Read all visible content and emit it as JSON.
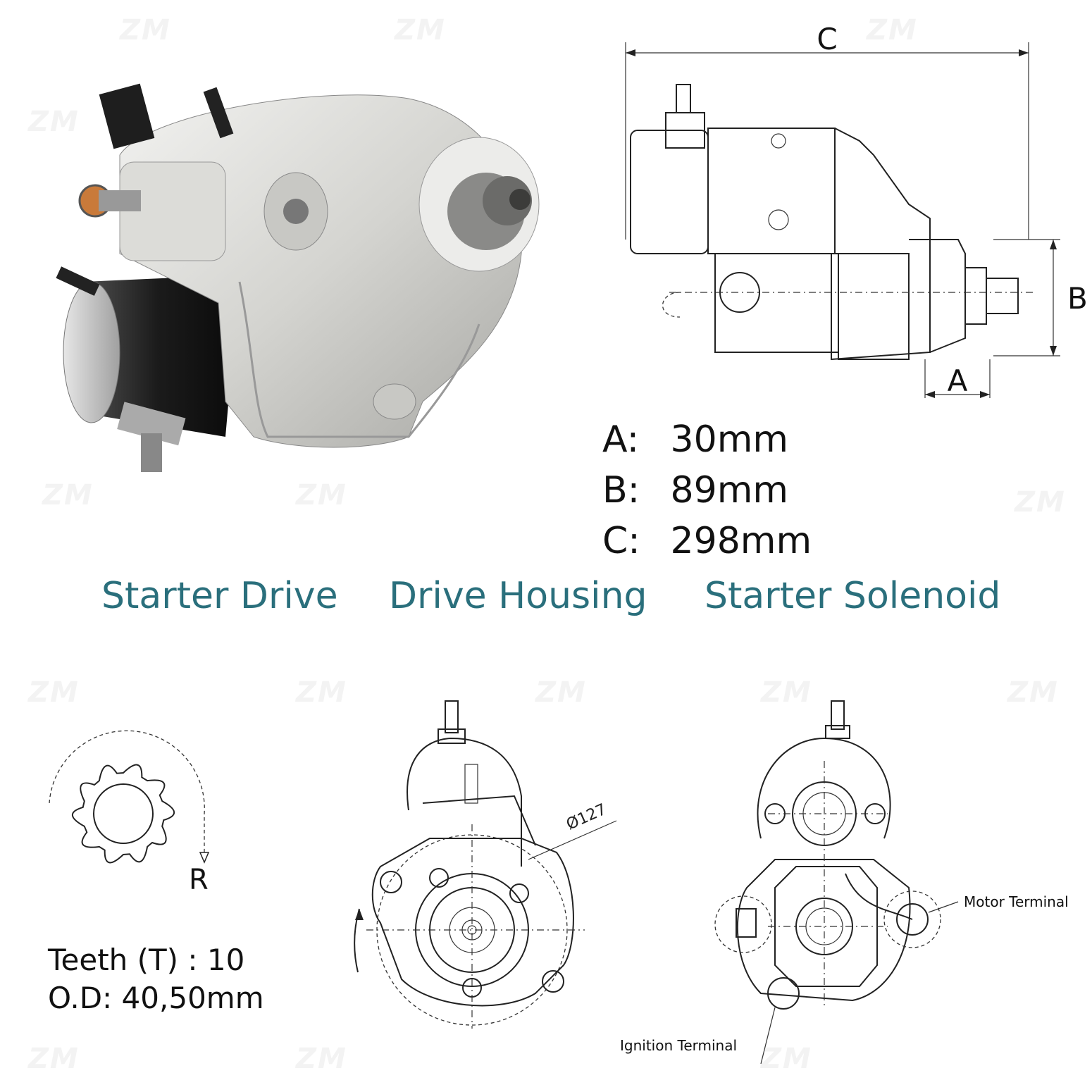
{
  "watermark": "ZM",
  "dimensions": {
    "labels": {
      "a": "A",
      "b": "B",
      "c": "C"
    },
    "specs": [
      {
        "key": "A:",
        "value": "30mm"
      },
      {
        "key": "B:",
        "value": "89mm"
      },
      {
        "key": "C:",
        "value": "298mm"
      }
    ]
  },
  "parts": {
    "starter_drive": "Starter Drive",
    "drive_housing": "Drive Housing",
    "starter_solenoid": "Starter Solenoid"
  },
  "pinion": {
    "rotation": "R",
    "teeth": "Teeth (T) : 10",
    "od": "O.D: 40,50mm"
  },
  "front_view": {
    "diameter": "Ø127"
  },
  "terminals": {
    "motor": "Motor Terminal",
    "ignition": "Ignition Terminal"
  },
  "colors": {
    "accent": "#2a6f7c",
    "text": "#111111"
  }
}
